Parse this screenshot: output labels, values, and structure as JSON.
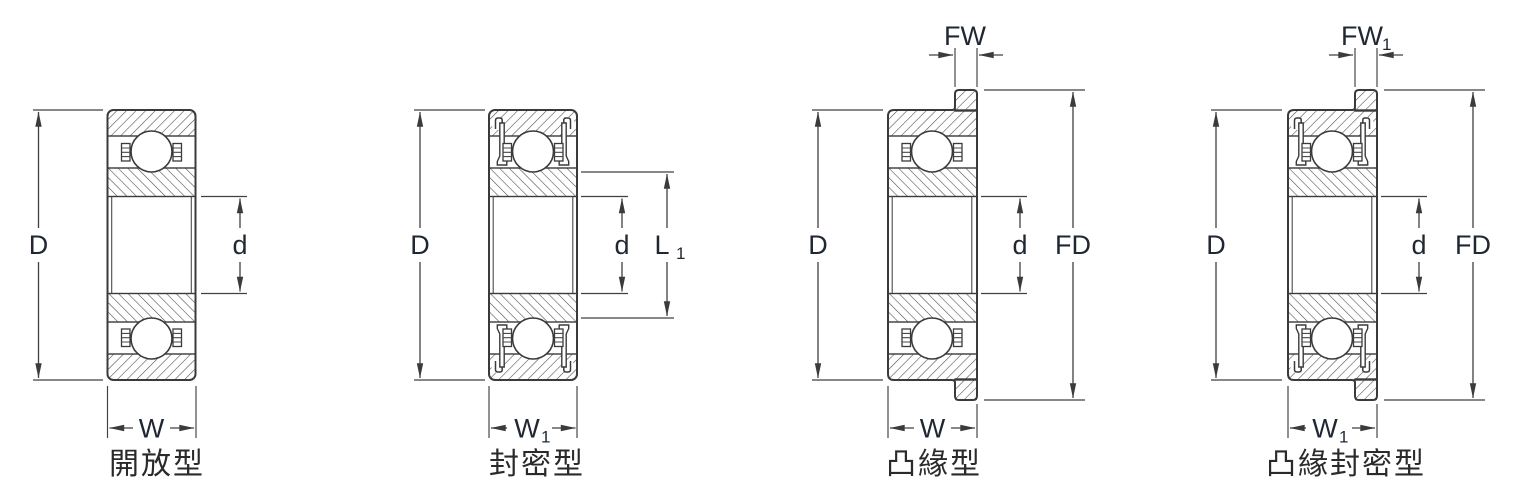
{
  "title": "deep-groove ball bearing type cross-sections",
  "colors": {
    "background": "#ffffff",
    "part_line": "#3a3a3a",
    "dimension_line": "#404040",
    "label_text": "#1f2733",
    "caption_text": "#2a2a2a"
  },
  "diagrams": [
    {
      "caption": "開放型",
      "dims": {
        "outer_diameter": "D",
        "bore_diameter": "d",
        "width": "W"
      }
    },
    {
      "caption": "封密型",
      "dims": {
        "outer_diameter": "D",
        "bore_diameter": "d",
        "seal_land": "L",
        "seal_land_sub": "1",
        "width": "W",
        "width_sub": "1"
      }
    },
    {
      "caption": "凸緣型",
      "dims": {
        "flange_width": "FW",
        "outer_diameter": "D",
        "bore_diameter": "d",
        "flange_diameter": "FD",
        "width": "W"
      }
    },
    {
      "caption": "凸緣封密型",
      "dims": {
        "flange_width": "FW",
        "flange_width_sub": "1",
        "outer_diameter": "D",
        "bore_diameter": "d",
        "flange_diameter": "FD",
        "width": "W",
        "width_sub": "1"
      }
    }
  ]
}
